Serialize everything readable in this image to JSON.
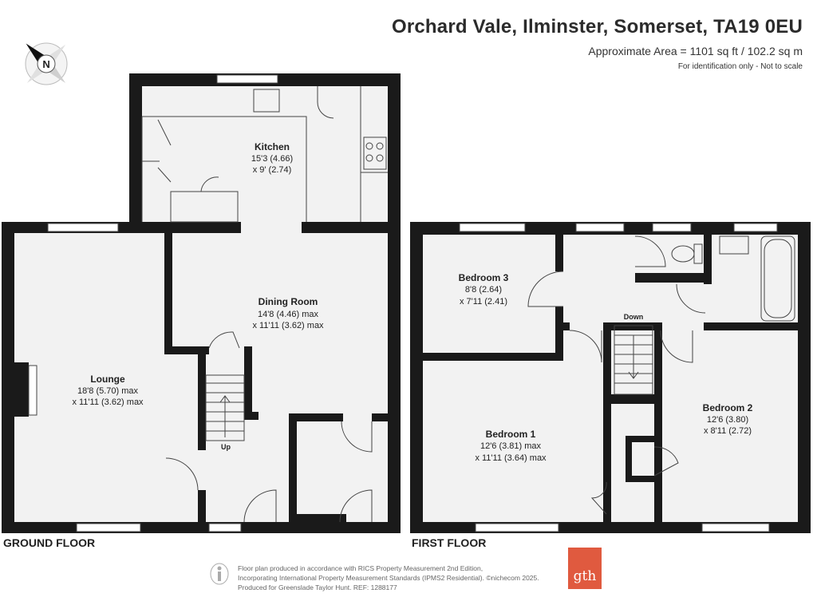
{
  "header": {
    "title": "Orchard Vale, Ilminster, Somerset, TA19 0EU",
    "area": "Approximate Area = 1101 sq ft / 102.2 sq m",
    "note": "For identification only - Not to scale"
  },
  "compass": {
    "letter": "N"
  },
  "floors": {
    "ground": "GROUND FLOOR",
    "first": "FIRST FLOOR"
  },
  "rooms": {
    "kitchen": {
      "name": "Kitchen",
      "dim1": "15'3 (4.66)",
      "dim2": "x 9' (2.74)"
    },
    "dining": {
      "name": "Dining Room",
      "dim1": "14'8 (4.46) max",
      "dim2": "x 11'11 (3.62) max"
    },
    "lounge": {
      "name": "Lounge",
      "dim1": "18'8 (5.70) max",
      "dim2": "x 11'11 (3.62) max"
    },
    "bedroom3": {
      "name": "Bedroom 3",
      "dim1": "8'8 (2.64)",
      "dim2": "x 7'11 (2.41)"
    },
    "bedroom1": {
      "name": "Bedroom 1",
      "dim1": "12'6 (3.81) max",
      "dim2": "x 11'11 (3.64) max"
    },
    "bedroom2": {
      "name": "Bedroom 2",
      "dim1": "12'6 (3.80)",
      "dim2": "x 8'11 (2.72)"
    }
  },
  "stairs": {
    "up": "Up",
    "down": "Down"
  },
  "footer": {
    "line1": "Floor plan produced in accordance with RICS Property Measurement 2nd Edition,",
    "line2": "Incorporating International Property Measurement Standards (IPMS2 Residential).  ©nichecom 2025.",
    "line3": "Produced for Greenslade Taylor Hunt.   REF:  1288177",
    "logo": "gth"
  }
}
